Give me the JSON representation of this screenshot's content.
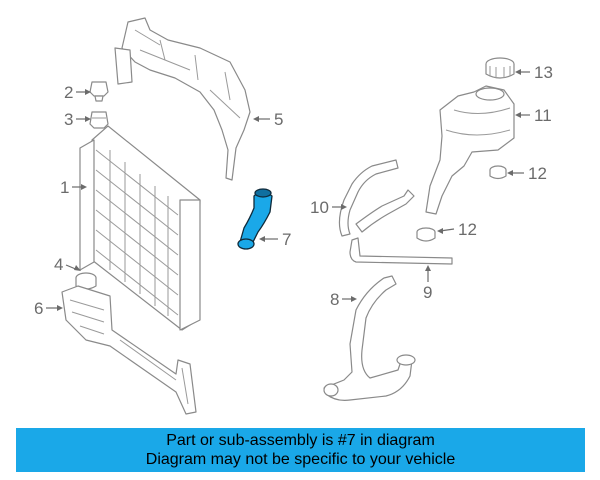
{
  "callouts": [
    {
      "id": "c2",
      "label": "2"
    },
    {
      "id": "c3",
      "label": "3"
    },
    {
      "id": "c1",
      "label": "1"
    },
    {
      "id": "c4",
      "label": "4"
    },
    {
      "id": "c6",
      "label": "6"
    },
    {
      "id": "c5",
      "label": "5"
    },
    {
      "id": "c7",
      "label": "7"
    },
    {
      "id": "c10",
      "label": "10"
    },
    {
      "id": "c8",
      "label": "8"
    },
    {
      "id": "c9",
      "label": "9"
    },
    {
      "id": "c12a",
      "label": "12"
    },
    {
      "id": "c12b",
      "label": "12"
    },
    {
      "id": "c11",
      "label": "11"
    },
    {
      "id": "c13",
      "label": "13"
    }
  ],
  "highlight": {
    "part_number": "7",
    "color": "#1aa8e8"
  },
  "banner": {
    "line1": "Part or sub-assembly is #7 in diagram",
    "line2": "Diagram may not be specific to your vehicle",
    "background": "#1aa8e8"
  }
}
